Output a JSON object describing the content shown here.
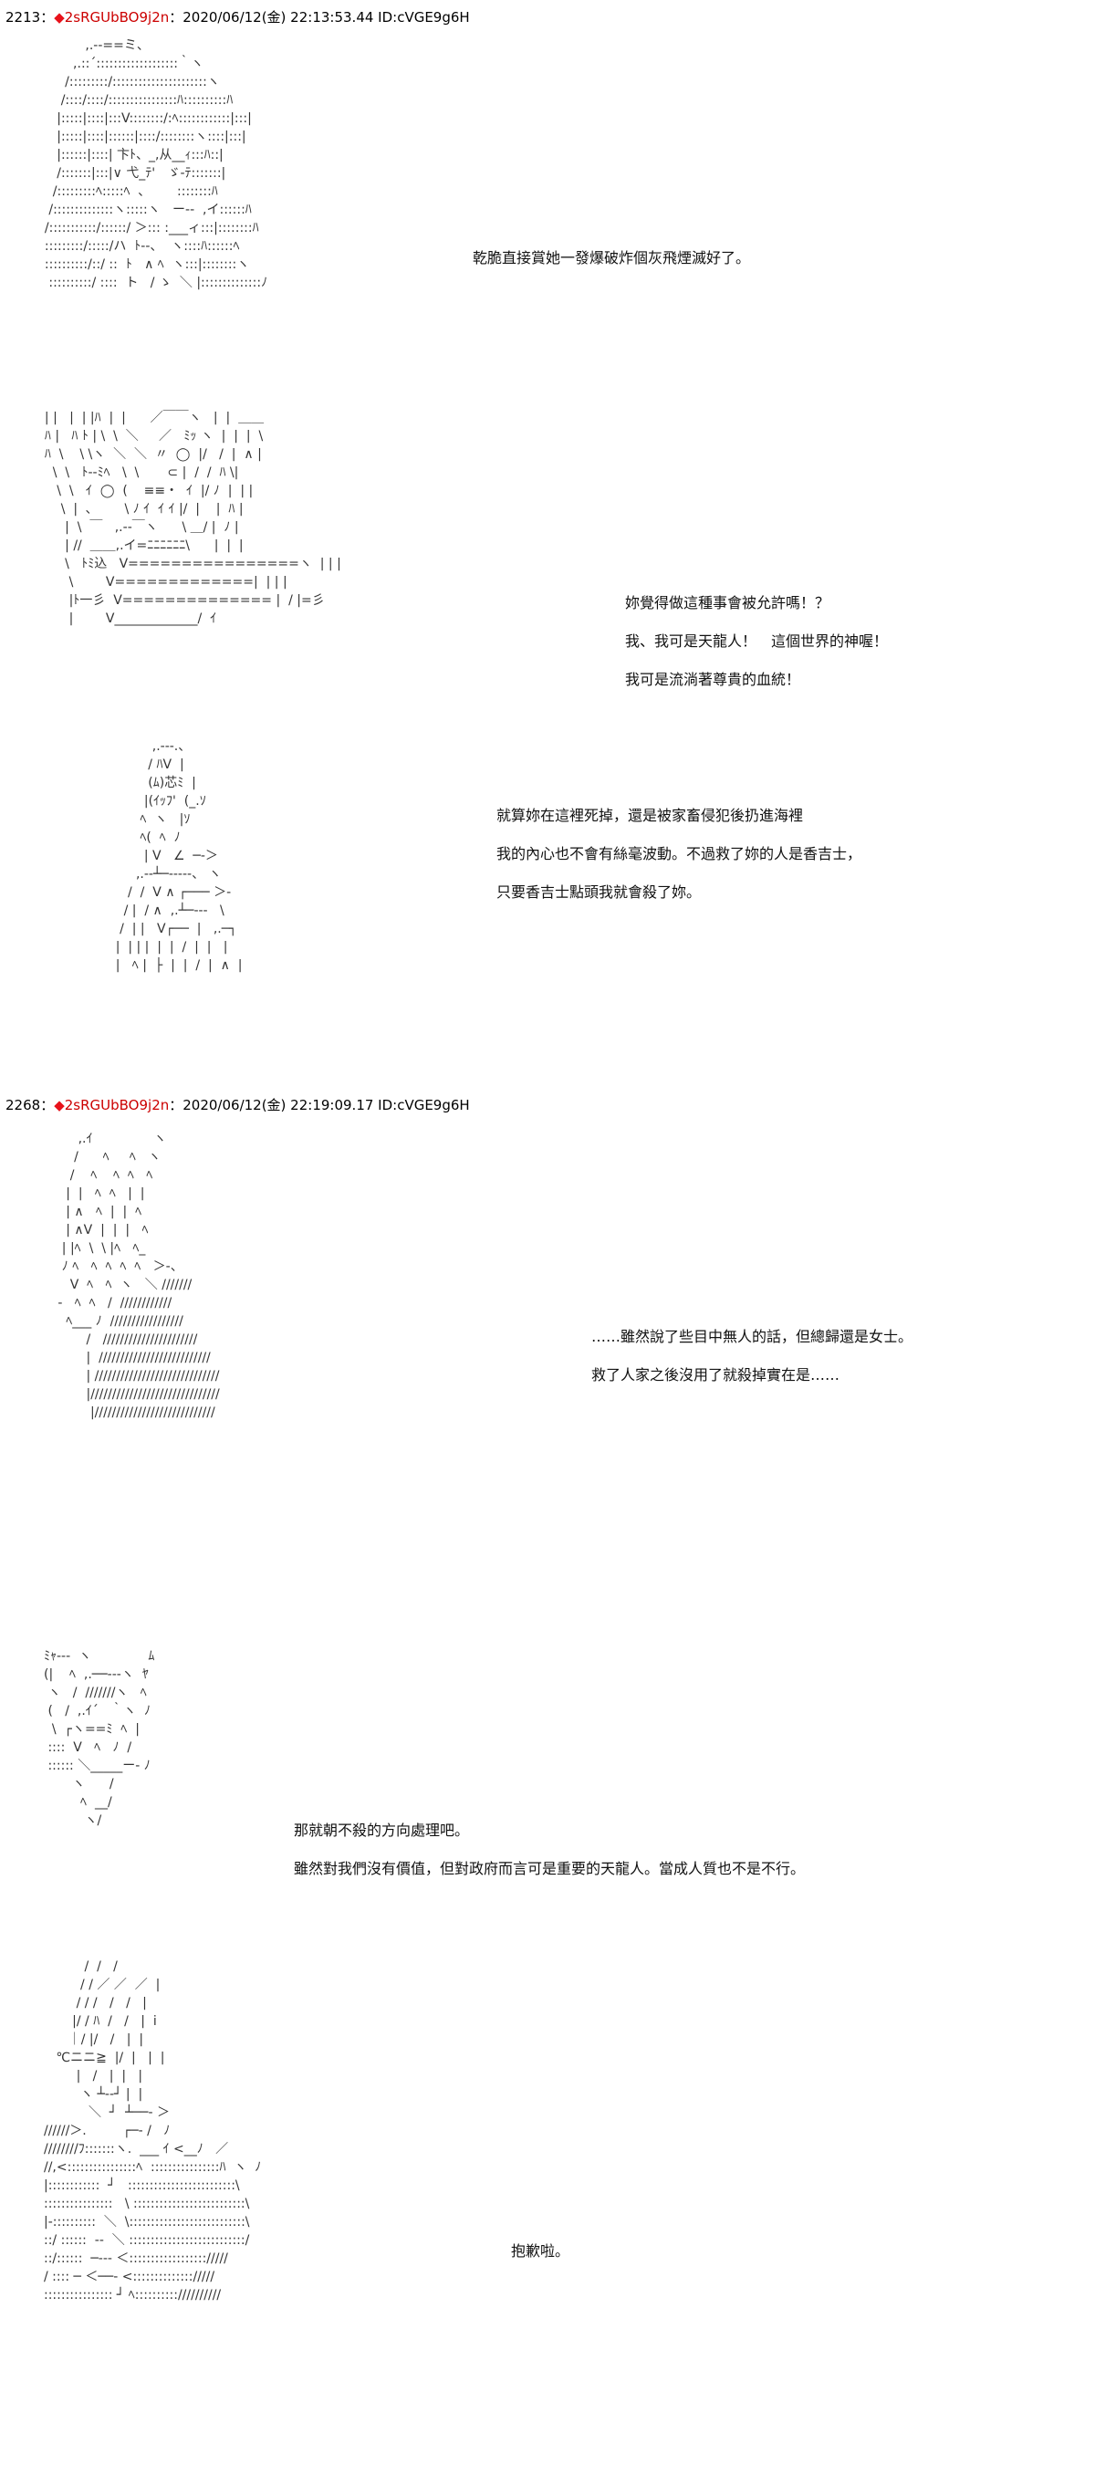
{
  "posts": [
    {
      "number": "2213",
      "separator": "：",
      "diamond": "◆",
      "trip": "2sRGUbBO9j2n",
      "datetime": "：2020/06/12(金) 22:13:53.44 ID:cVGE9g6H",
      "panels": [
        {
          "lines": "乾脆直接賞她一發爆破炸個灰飛煙滅好了。",
          "art": "            ,.-‐==ミ、\n         ,.::´:::::::::::::::::::｀ヽ\n       /:::::::::/::::::::::::::::::::::ヽ\n      /::::/::::/::::::::::::::::ﾊ::::::::::ﾊ\n     |:::::|::::|:::V::::::::/:ﾍ::::::::::::|:::|\n     |:::::|::::|::::::|::::/::::::::ヽ::::|:::|\n     |::::::|::::| 卞ﾄ、_,从__ｨ:::ﾊ::|\n     /:::::::|:::|∨ 弋_ﾃ'   ゞ-ﾃ:::::::|\n    /:::::::::ﾍ:::::ﾍ  ､        ::::::::ﾊ\n   /::::::::::::::ヽ:::::ヽ   ー-‐  ,イ::::::ﾊ\n  /:::::::::::/::::::/ ＞::: :___ィ:::|::::::::ﾊ\n  :::::::::/:::::/ハ  ﾄ‐-、  ヽ::::ﾊ::::::ﾍ\n  ::::::::::/::/ ::  ﾄ   ∧ ﾍ  ヽ:::|::::::::ヽ\n   ::::::::::/ ::::  ト   / ゝ  ＼ |::::::::::::::ﾉ"
        },
        {
          "lines": "妳覺得做這種事會被允許嗎！？\n我、我可是天龍人！　這個世界的神喔！\n我可是流淌著尊貴的血統！",
          "art": "  | |   |  | |ﾊ  |  |      ／￣￣ヽ   |  |  ＿＿\n  ﾊ |   ﾊ ﾄ | \\  \\  ＼     ／   ﾐｯ ヽ  |  |  |  \\\n  ﾊ  \\    \\ \\ヽ  ＼  ＼  〃  ◯  |/   /  |  ∧ |\n    \\  \\   ﾄ-‐ﾐﾍ   \\  \\       ⊂ |  /  /  ﾊ \\|\n     \\  \\   ｲ  ◯  (    ≡≡・  ｲ  |/ ﾉ  |  | |\n      \\  |  ､        \\ ﾉ ｲ  ｲ ｲ |/  |    |  ﾊ |\n       |  \\  ￣   ,.-‐￣ヽ      \\ ＿/ |  ﾉ |\n       | //  ＿＿,.イ=ﾆﾆﾆﾆﾆﾆ\\      |  |  |\n       \\   ﾄﾐ込   V================ヽ  | | |\n        \\        V=============|  | | |\n        |ﾄ一彡  V============== |  / |=彡\n        |        V_____________/  ｲ"
        },
        {
          "lines": "就算妳在這裡死掉，還是被家畜侵犯後扔進海裡\n我的內心也不會有絲毫波動。不過救了妳的人是香吉士，\n只要香吉士點頭我就會殺了妳。",
          "art": "               ,.‐‐‐.、\n              / ﾊV  |\n              (ﾑ)芯ﾐ  |\n             |(ｲｯﾌ'  (_.ｿ\n            ﾍ  ヽ   |ｿ\n            ﾍ(  ﾍ  ﾉ\n             | V   ∠  ─‐＞\n           ,.--┴─‐‐‐‐-、 ヽ\n         /  /  V ∧ ┌─── ＞‐\n        / |  / ∧  ,.┴─‐‐‐   \\\n       /  | |   V┌──  |   ,.─┐\n      |  | | |  |  |  /  |  |   |\n      |   ﾍ |  ├  |  |  /  |  ∧  |"
        }
      ]
    },
    {
      "number": "2268",
      "separator": "：",
      "diamond": "◆",
      "trip": "2sRGUbBO9j2n",
      "datetime": "：2020/06/12(金) 22:19:09.17 ID:cVGE9g6H",
      "panels": [
        {
          "lines": "……雖然說了些目中無人的話，但總歸還是女士。\n救了人家之後沒用了就殺掉實在是……",
          "art": "        ,.ｲ               ヽ\n       /      ﾍ     ﾍ   ヽ\n      /    ﾍ    ﾍ  ﾍ   ﾍ\n     |  |   ﾍ  ﾍ   |  |\n     | ∧   ﾍ  |  |  ﾍ\n     | ∧V  |  |  |   ﾍ\n    | |ﾍ  \\  \\ |ﾍ   ﾍ_\n    ﾉ ﾍ   ﾍ  ﾍ  ﾍ  ﾍ   ＞‐、\n      V  ﾍ   ﾍ  ヽ   ＼ ///////\n   ‐   ﾍ  ﾍ   /  ////////////\n     ﾍ___ ﾉ  /////////////////\n          /   //////////////////////\n          |  //////////////////////////\n          | /////////////////////////////\n          |//////////////////////////////\n           |////////////////////////////"
        },
        {
          "lines": "那就朝不殺的方向處理吧。\n雖然對我們沒有價值，但對政府而言可是重要的天龍人。當成人質也不是不行。",
          "art": "ﾐｬ‐-‐  ヽ              ﾑ\n(|    ﾍ  ,.──‐‐‐ヽ  ﾔ\n ヽ   /  ///////ヽ   ﾍ\n (   /  ,.ｲ´   ｀ヽ  ﾉ\n  \\  ┌ヽ==ﾐ  ﾍ  |\n ::::  V   ﾍ   ﾉ  /\n :::::: ＼_____ー‐ ﾉ\n       ヽ      /\n         ﾍ  __/\n          ヽ/"
        },
        {
          "lines": "抱歉啦。",
          "art": "          /  /   /\n         / / ／ ／  ／  |\n        / / /   /   /   |\n       |/ / ﾊ  /   /   |  i\n      ｜/ |/   /   |  |\n   ℃ニニ≧  |/  |   |  |\n        |   /   |  |   |\n         ヽ ┴-‐┘ |  |\n           ＼  ┘  ┴──‐ ＞\n//////＞.         ┌─‐ /   ﾉ\n////////ﾌ:::::::ヽ.  ___ ｲ <__ﾉ   ／\n//,<::::::::::::::::ﾍ  ::::::::::::::::ﾊ  ヽ  ﾉ\n|::::::::::::  ┘   :::::::::::::::::::::::::\\\n::::::::::::::::   \\ ::::::::::::::::::::::::::\\\n|-::::::::::  ＼  \\:::::::::::::::::::::::::::\\\n::/ ::::::  ‐‐  ＼ :::::::::::::::::::::::::::/\n::/::::::  ─‐‐‐ ＜:::::::::::::::::://///\n/ :::: ─ ＜──‐ <:::::::::::::://///\n:::::::::::::::: ┘ ﾍ:::::::::://////////"
        }
      ]
    }
  ]
}
